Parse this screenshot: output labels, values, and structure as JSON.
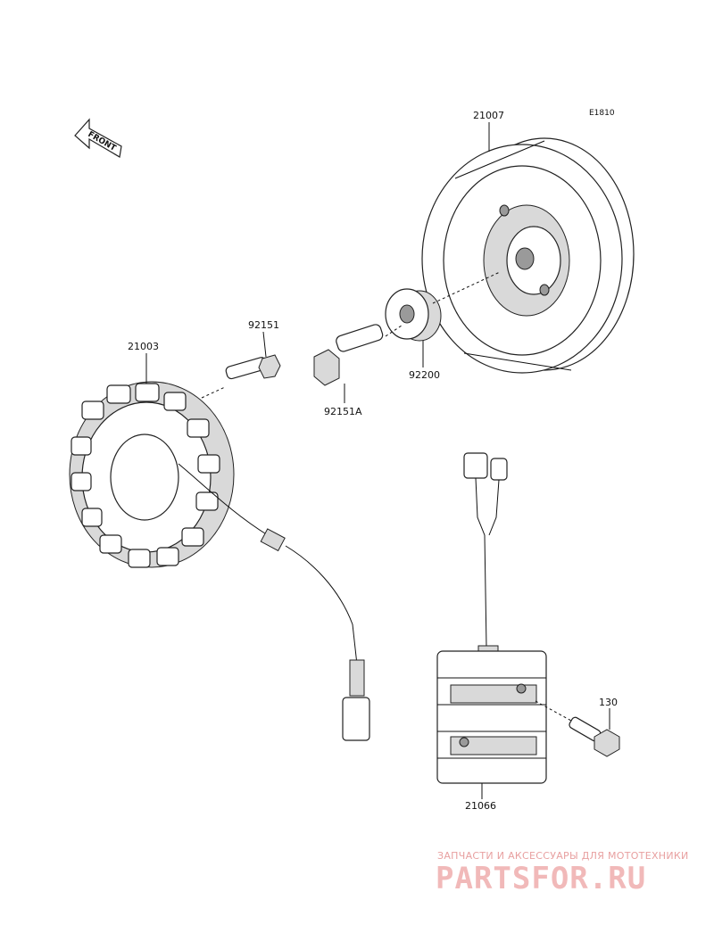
{
  "diagram_code": "E1810",
  "front_arrow_text": "FRONT",
  "parts": {
    "rotor": "21007",
    "stator": "21003",
    "bolt_stator": "92151",
    "bolt_rotor": "92151A",
    "washer": "92200",
    "regulator": "21066",
    "regulator_bolt": "130"
  },
  "watermark": {
    "tagline": "ЗАПЧАСТИ И АКСЕССУАРЫ ДЛЯ МОТОТЕХНИКИ",
    "brand": "PARTSFOR.RU"
  }
}
